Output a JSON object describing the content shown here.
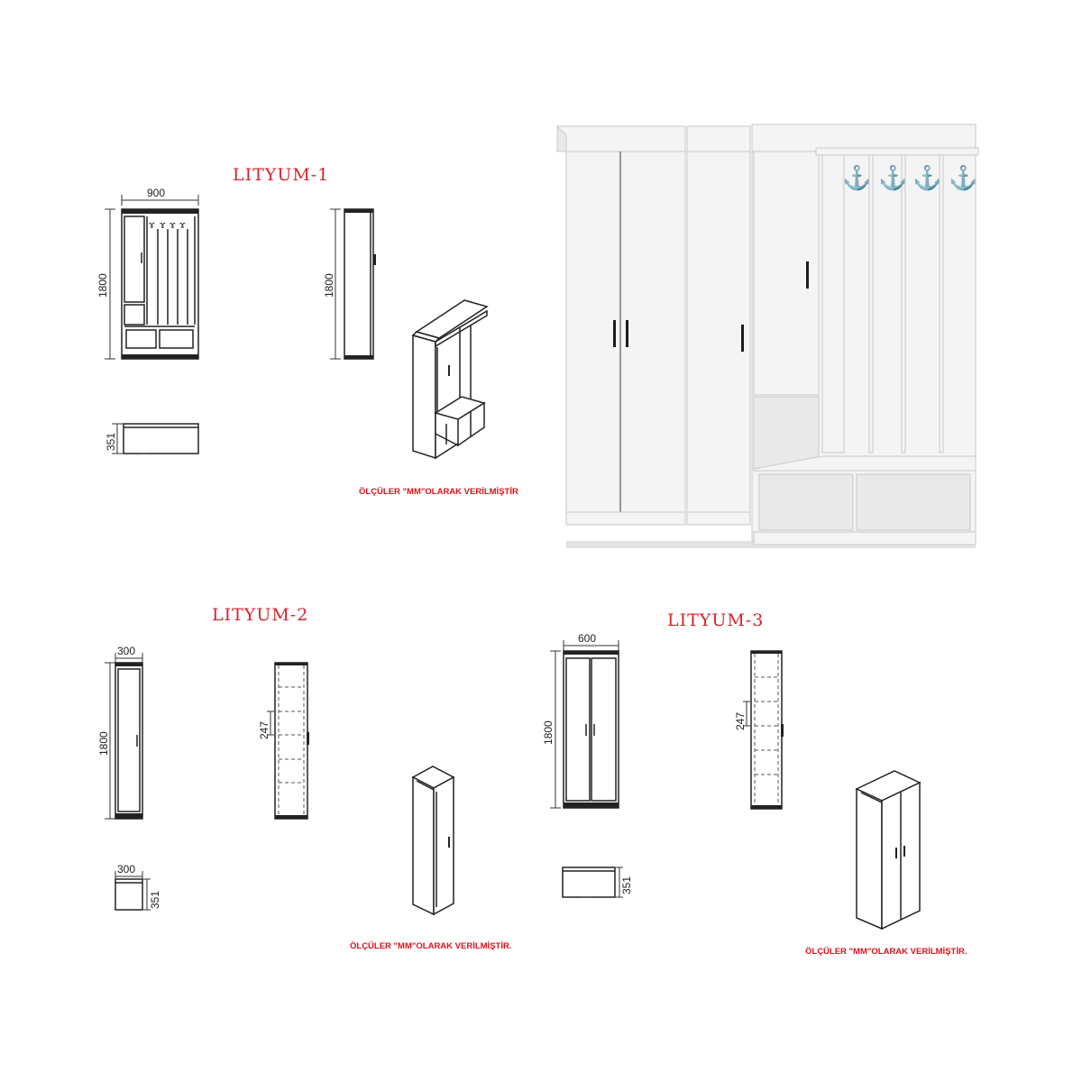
{
  "titles": {
    "lityum1": "LITYUM-1",
    "lityum2": "LITYUM-2",
    "lityum3": "LITYUM-3"
  },
  "notes": {
    "note1": "ÖLÇÜLER \"MM\"OLARAK VERİLMİŞTİR",
    "note2": "ÖLÇÜLER \"MM\"OLARAK VERİLMİŞTİR.",
    "note3": "ÖLÇÜLER \"MM\"OLARAK VERİLMİŞTİR."
  },
  "dimensions": {
    "l1_width": "900",
    "l1_height_front": "1800",
    "l1_height_side": "1800",
    "l1_depth": "351",
    "l2_width": "300",
    "l2_height": "1800",
    "l2_shelf": "247",
    "l2_top_width": "300",
    "l2_top_depth": "351",
    "l3_width": "600",
    "l3_height": "1800",
    "l3_shelf": "247",
    "l3_depth": "351"
  },
  "colors": {
    "title_red": "#d9232d",
    "note_red": "#e0101a",
    "line": "#222222",
    "cabinet_white": "#f4f4f4"
  }
}
